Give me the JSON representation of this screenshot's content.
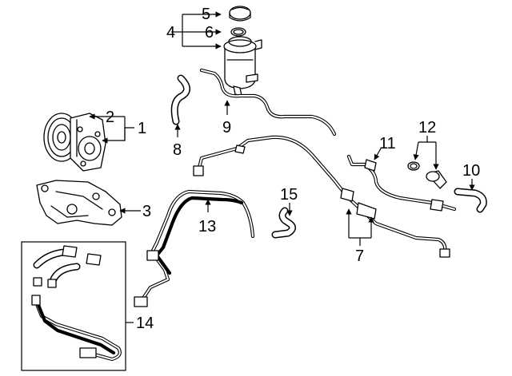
{
  "callouts": {
    "c1": "1",
    "c2": "2",
    "c3": "3",
    "c4": "4",
    "c5": "5",
    "c6": "6",
    "c7": "7",
    "c8": "8",
    "c9": "9",
    "c10": "10",
    "c11": "11",
    "c12": "12",
    "c13": "13",
    "c14": "14",
    "c15": "15"
  },
  "colors": {
    "ink": "#000000",
    "background": "#ffffff"
  }
}
